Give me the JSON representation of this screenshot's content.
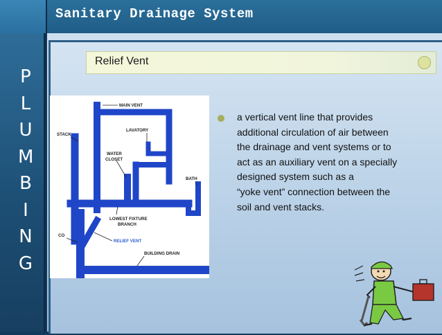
{
  "slide": {
    "title": "Sanitary Drainage System",
    "vertical_letters": [
      "P",
      "L",
      "U",
      "M",
      "B",
      "I",
      "N",
      "G"
    ],
    "subtitle": "Relief Vent"
  },
  "diagram": {
    "labels": {
      "main_vent": "MAIN VENT",
      "stack": "STACK",
      "lavatory": "LAVATORY",
      "water": "WATER",
      "closet": "CLOSET",
      "bath": "BATH",
      "lowest_fixture": "LOWEST FIXTURE",
      "branch": "BRANCH",
      "co": "CO",
      "relief_vent": "RELIEF VENT",
      "building_drain": "BUILDING DRAIN"
    }
  },
  "bullet": {
    "lines": [
      "a vertical vent line that provides",
      "additional circulation of air between",
      "the drainage and vent systems or to",
      "act as an auxiliary vent on a specially",
      "designed system such as a",
      "“yoke vent” connection between the",
      "soil and vent stacks."
    ]
  },
  "colors": {
    "pipe": "#1f46c8",
    "title_band": "#2b6f9b",
    "relief_vent_label": "#2d5fd0"
  }
}
